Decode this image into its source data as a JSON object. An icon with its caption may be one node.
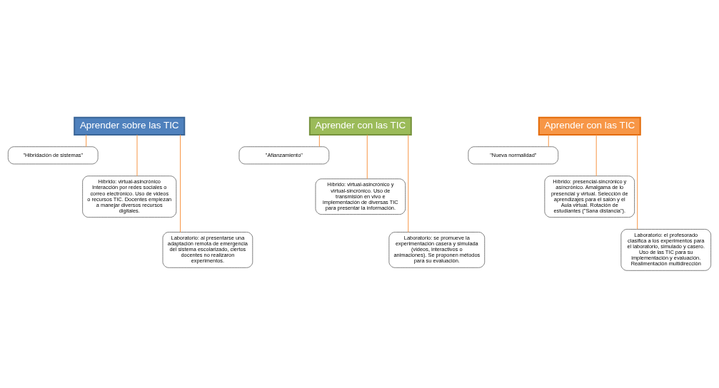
{
  "diagram": {
    "nodes": [
      {
        "text": [
          "Aprender sobre las TIC"
        ]
      },
      {
        "text": [
          "\"Hibridación de sistemas\""
        ]
      },
      {
        "text": [
          "Híbrido: virtual-asincrónico Interacción por redes sociales o correo electrónico. Uso de videos o recursos TIC. Docentes empiezan a manejar diversos recursos digitales."
        ]
      },
      {
        "text": [
          "Laboratorio: al presentarse una adaptación remota de emergencia del sistema escolarizado, ciertos docentes no realizaron experimentos."
        ]
      },
      {
        "text": [
          "Aprender con las TIC"
        ]
      },
      {
        "text": [
          "\"Afianzamiento\""
        ]
      },
      {
        "text": [
          "Híbrido: virtual-asincrónico y virtual-sincrónico. Uso de transmisión en vivo e implementación de diversas TIC para presentar la información."
        ]
      },
      {
        "text": [
          "Laboratorio: se promueve la experimentación casera y simulada (videos, interactivos o animaciones). Se proponen métodos para su evaluación."
        ]
      },
      {
        "text": [
          "Aprender con las TIC"
        ]
      },
      {
        "text": [
          "\"Nueva normalidad\""
        ]
      },
      {
        "text": [
          "Híbrido: presencial-sincrónico y asíncrónico. Amalgama de lo presencial y virtual. Selección de aprendizajes para el salón y el Aula virtual. Rotación de estudiantes (\"Sana distancia\")."
        ]
      },
      {
        "text": [
          "Laboratorio: el profesorado clasifica a los experimentos para el laboratorio, simulado y casero. Uso de las TIC para su implementación y evaluación. Realimentación multidirección"
        ]
      }
    ],
    "edges": [
      {
        "from": 0,
        "to": 1,
        "arrow": "none"
      },
      {
        "from": 0,
        "to": 2,
        "arrow": "none"
      },
      {
        "from": 0,
        "to": 3,
        "arrow": "none"
      },
      {
        "from": 4,
        "to": 5,
        "arrow": "none"
      },
      {
        "from": 4,
        "to": 6,
        "arrow": "none"
      },
      {
        "from": 4,
        "to": 7,
        "arrow": "none"
      },
      {
        "from": 8,
        "to": 9,
        "arrow": "none"
      },
      {
        "from": 8,
        "to": 10,
        "arrow": "none"
      },
      {
        "from": 8,
        "to": 11,
        "arrow": "none"
      }
    ]
  }
}
